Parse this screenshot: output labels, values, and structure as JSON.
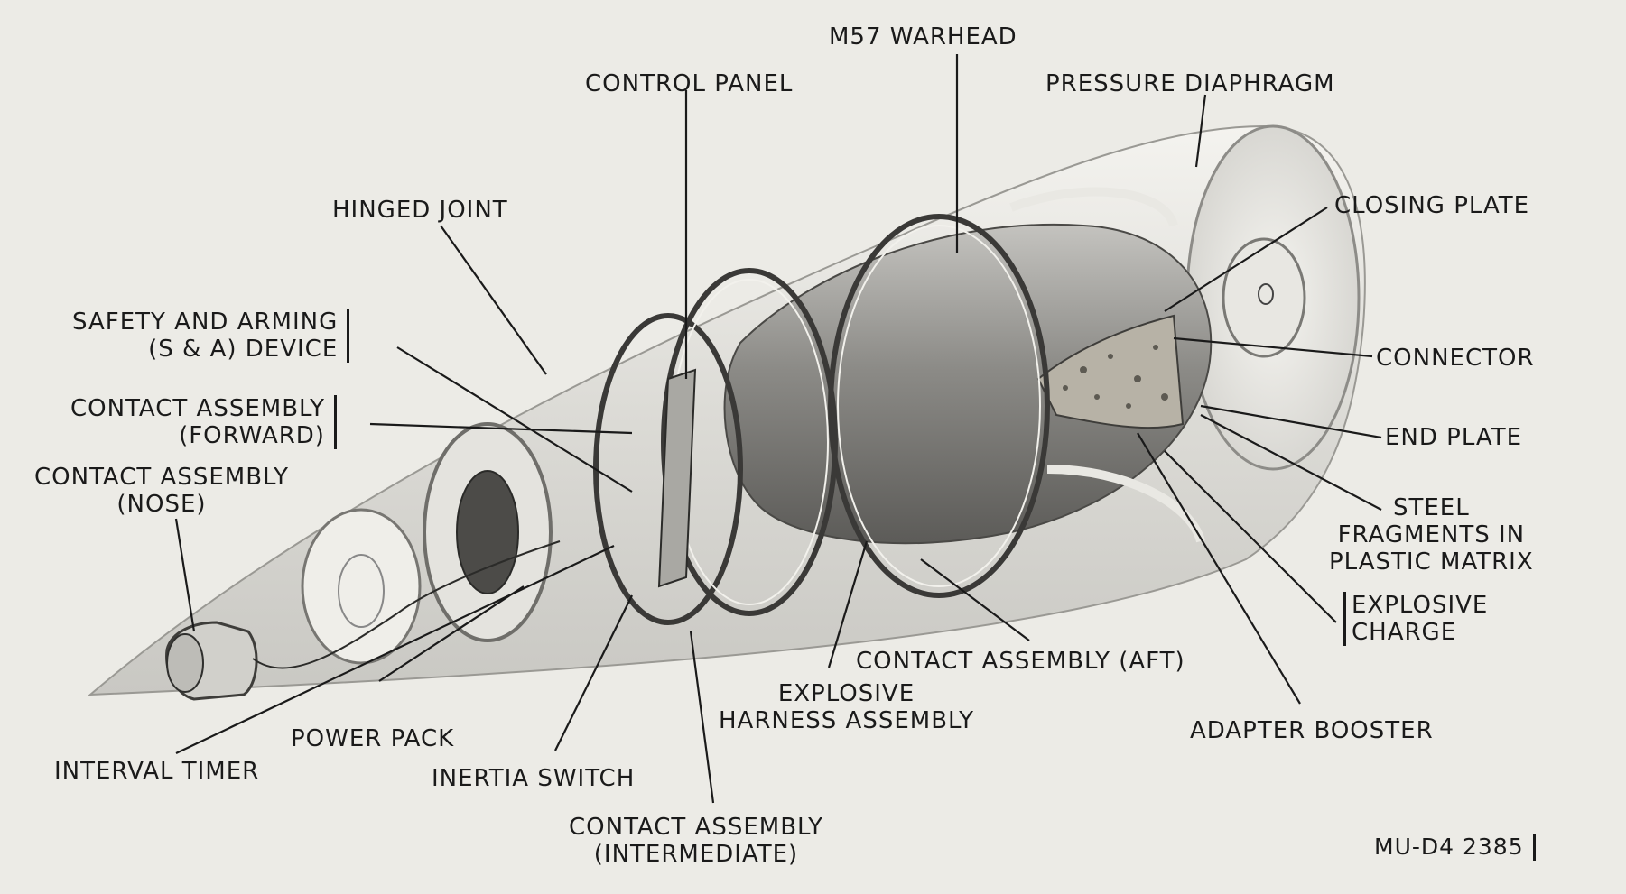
{
  "labels": {
    "warhead": "M57 WARHEAD",
    "control_panel": "CONTROL PANEL",
    "pressure_diaphragm": "PRESSURE DIAPHRAGM",
    "hinged_joint": "HINGED JOINT",
    "closing_plate": "CLOSING PLATE",
    "safety_arming_1": "SAFETY AND ARMING",
    "safety_arming_2": "(S & A)  DEVICE",
    "connector": "CONNECTOR",
    "contact_forward_1": "CONTACT ASSEMBLY",
    "contact_forward_2": "(FORWARD)",
    "end_plate": "END PLATE",
    "contact_nose_1": "CONTACT ASSEMBLY",
    "contact_nose_2": "(NOSE)",
    "steel_fragments_1": "STEEL",
    "steel_fragments_2": "FRAGMENTS IN",
    "steel_fragments_3": "PLASTIC MATRIX",
    "explosive_charge_1": "EXPLOSIVE",
    "explosive_charge_2": "CHARGE",
    "contact_aft": "CONTACT ASSEMBLY  (AFT)",
    "explosive_harness_1": "EXPLOSIVE",
    "explosive_harness_2": "HARNESS ASSEMBLY",
    "adapter_booster": "ADAPTER BOOSTER",
    "power_pack": "POWER PACK",
    "interval_timer": "INTERVAL TIMER",
    "inertia_switch": "INERTIA SWITCH",
    "contact_intermediate_1": "CONTACT ASSEMBLY",
    "contact_intermediate_2": "(INTERMEDIATE)",
    "figure_code": "MU-D4  2385"
  },
  "colors": {
    "ink": "#1a1a1a",
    "paper": "#ecebe6",
    "shell": "#d9d8d3",
    "body_dark": "#8a8985"
  }
}
